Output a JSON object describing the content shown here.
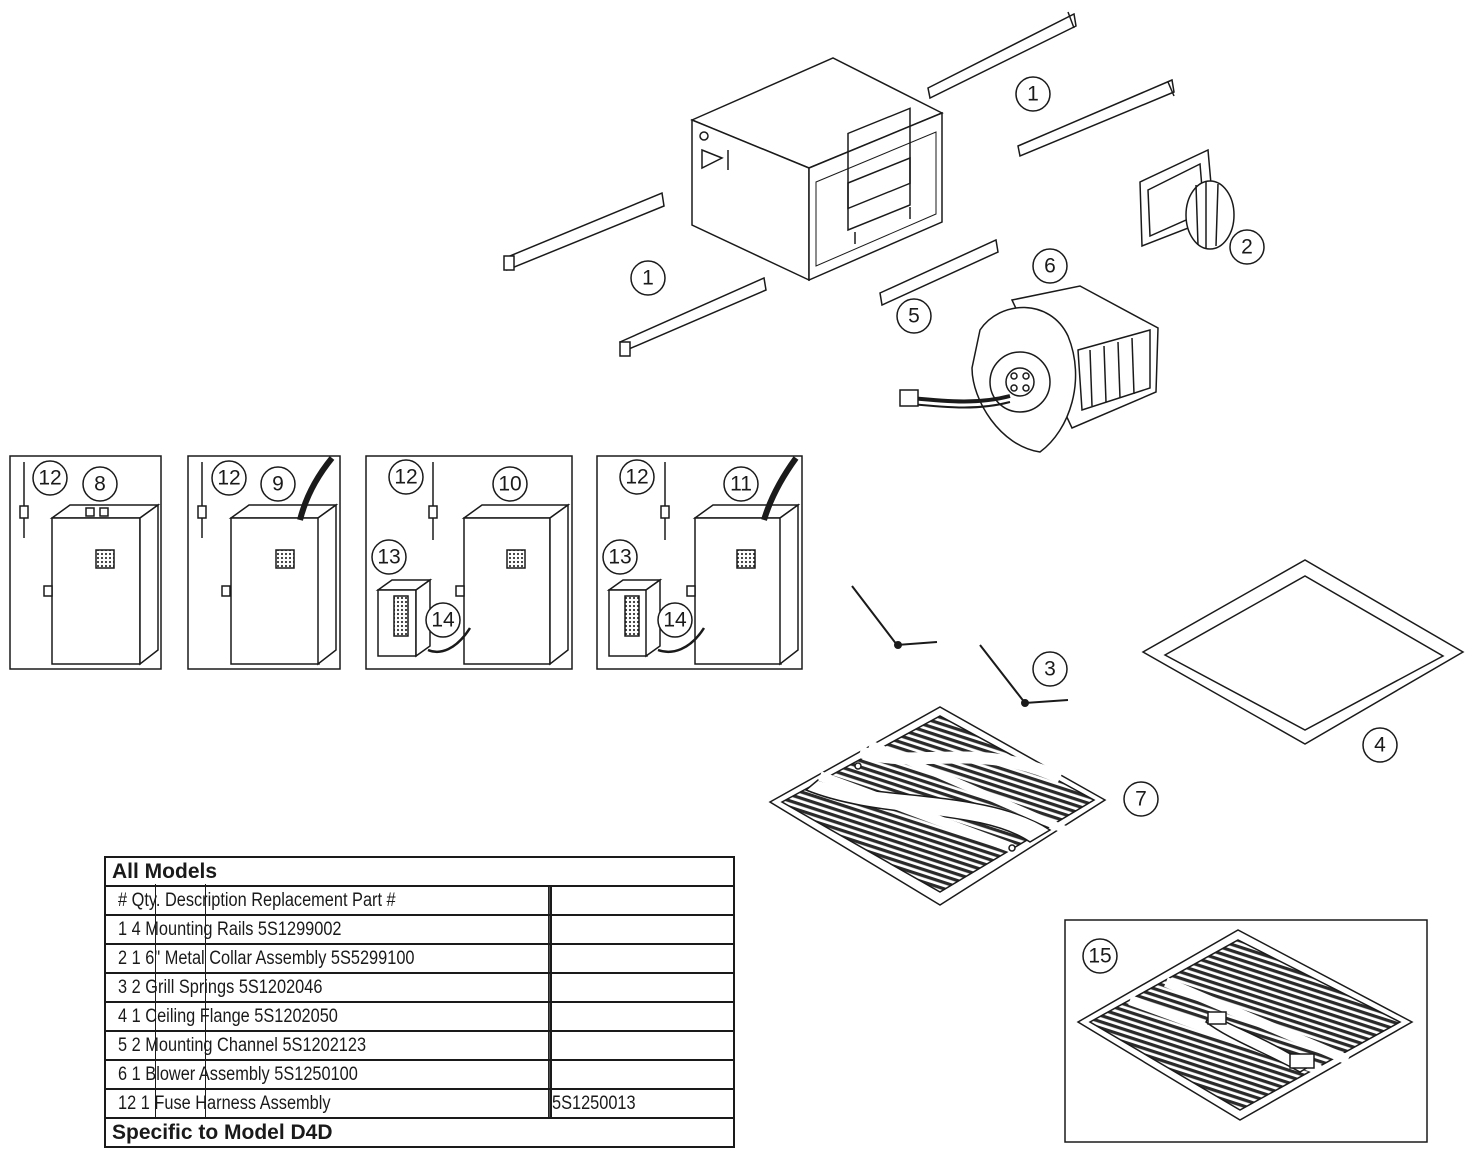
{
  "callouts": {
    "c1": "1",
    "c2": "2",
    "c3": "3",
    "c4": "4",
    "c5": "5",
    "c6": "6",
    "c7": "7",
    "c8": "8",
    "c9": "9",
    "c10": "10",
    "c11": "11",
    "c12": "12",
    "c13": "13",
    "c14": "14",
    "c15": "15"
  },
  "table": {
    "title": "All Models",
    "header": "# Qty. Description Replacement Part #",
    "rows": [
      {
        "text": "1 4 Mounting Rails 5S1299002",
        "part": ""
      },
      {
        "text": "2 1 6\" Metal Collar Assembly 5S5299100",
        "part": ""
      },
      {
        "text": "3 2 Grill Springs 5S1202046",
        "part": ""
      },
      {
        "text": "4 1 Ceiling Flange 5S1202050",
        "part": ""
      },
      {
        "text": "5 2 Mounting Channel 5S1202123",
        "part": ""
      },
      {
        "text": "6 1 Blower Assembly 5S1250100",
        "part": ""
      },
      {
        "text": "12 1 Fuse Harness Assembly",
        "part": "5S1250013"
      }
    ],
    "footer": "Specific to Model D4D"
  },
  "colors": {
    "line": "#1a1a1a",
    "fill": "#ffffff",
    "shade": "#555555"
  }
}
